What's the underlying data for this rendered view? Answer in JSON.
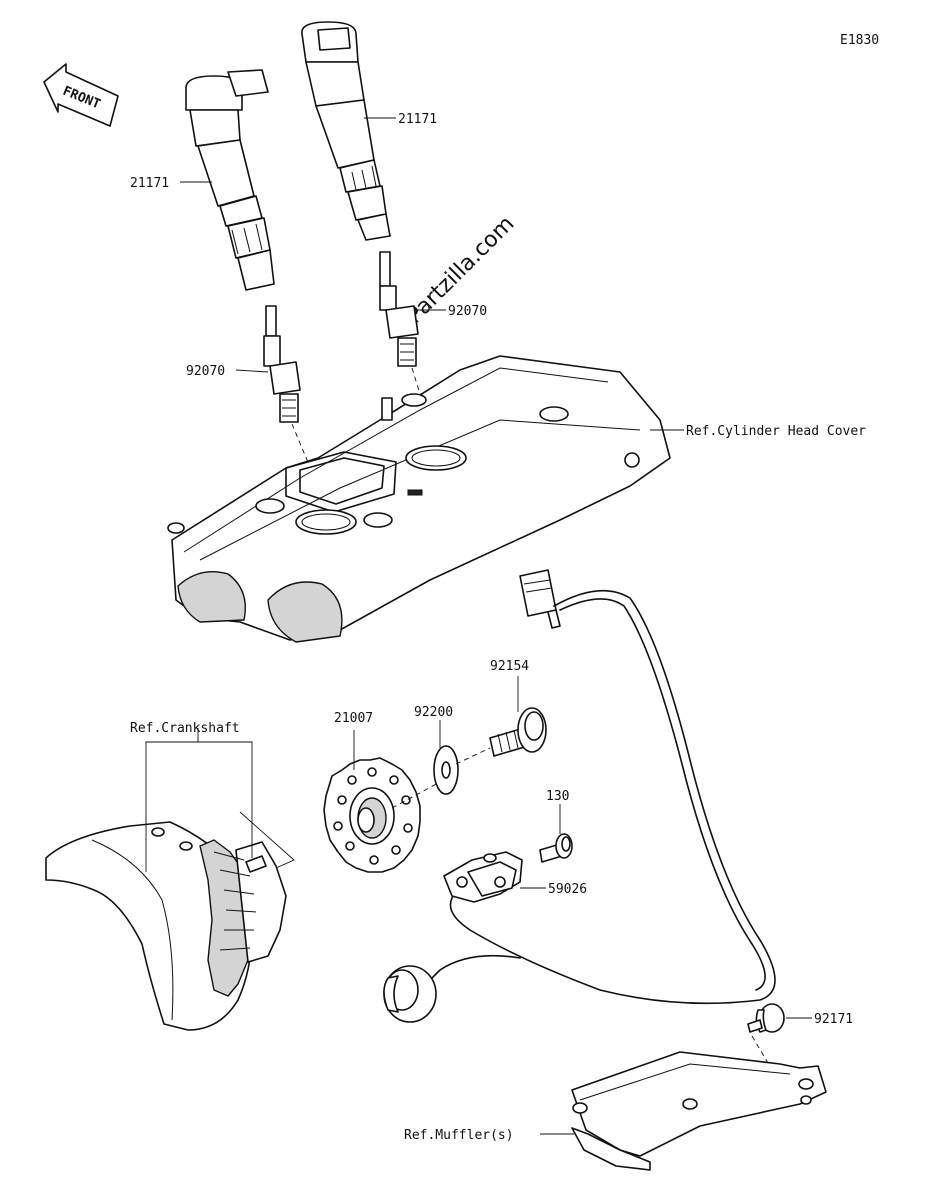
{
  "diagram_code": "E1830",
  "front_label": "FRONT",
  "watermark": "©Partzilla.com",
  "callouts": {
    "coil_left": "21171",
    "coil_right": "21171",
    "plug_left": "92070",
    "plug_right": "92070",
    "cylinder_head_cover": "Ref.Cylinder Head Cover",
    "crankshaft": "Ref.Crankshaft",
    "rotor": "21007",
    "washer": "92200",
    "bolt_rotor": "92154",
    "bolt_sensor": "130",
    "sensor": "59026",
    "grommet": "92171",
    "muffler": "Ref.Muffler(s)"
  }
}
